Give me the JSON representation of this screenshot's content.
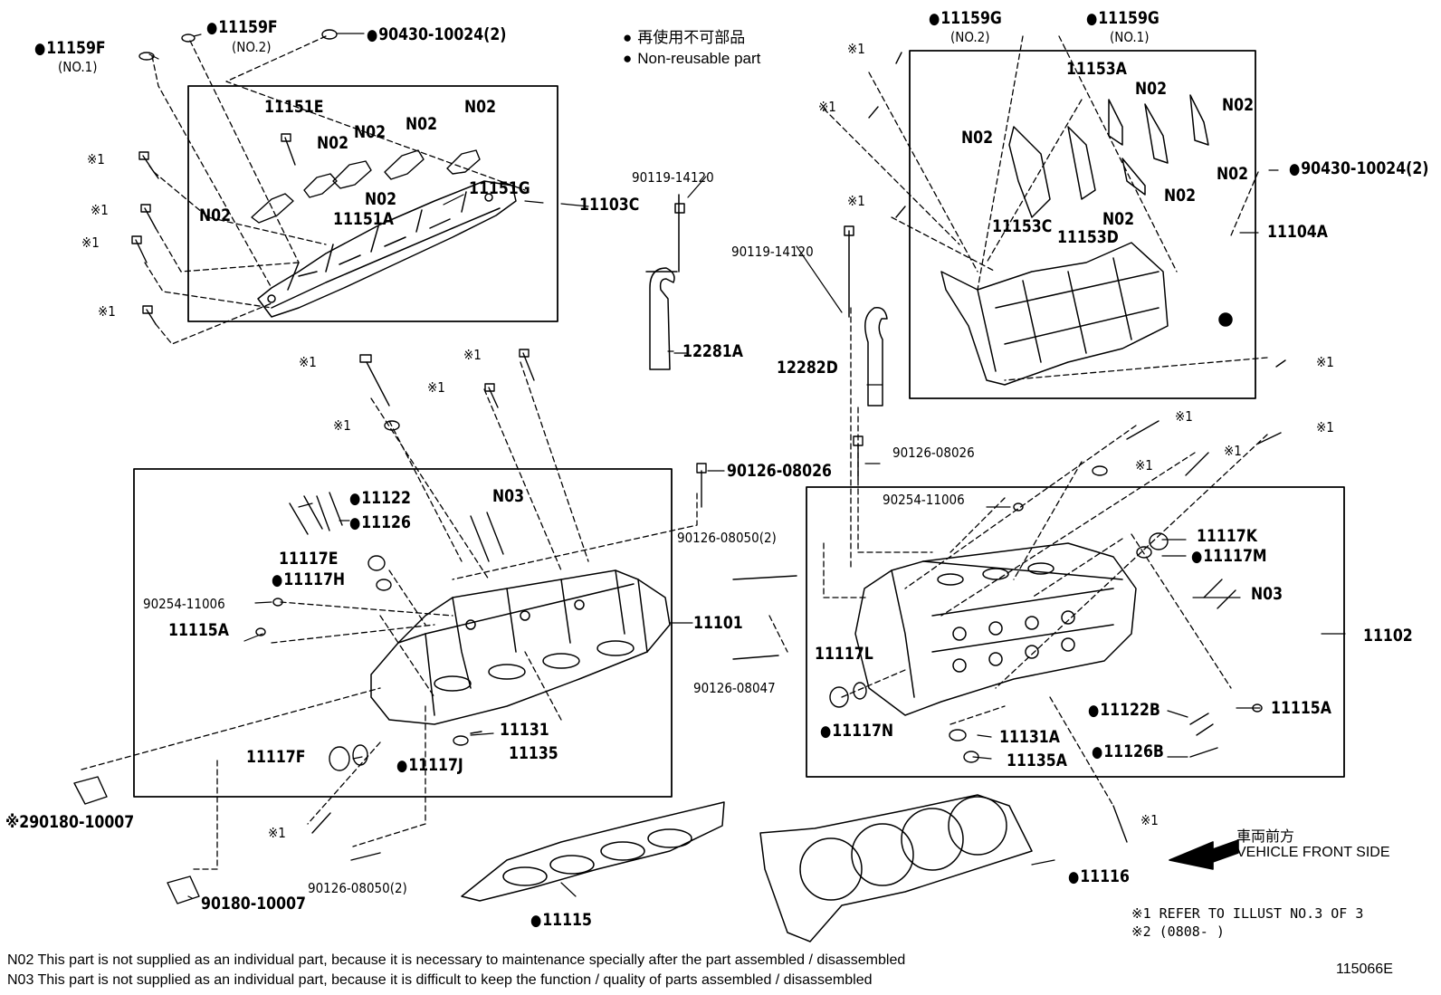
{
  "legend": {
    "non_reusable_jp": "再使用不可部品",
    "non_reusable_en": "Non-reusable part"
  },
  "labels": {
    "p11159F_no1": "11159F",
    "p11159F_no1_sub": "(NO.1)",
    "p11159F_no2": "11159F",
    "p11159F_no2_sub": "(NO.2)",
    "p90430_left": "90430-10024(2)",
    "p11151E": "11151E",
    "n02_a": "N02",
    "n02_b": "N02",
    "n02_c": "N02",
    "n02_d": "N02",
    "n02_e": "N02",
    "n02_f": "N02",
    "p11151G": "11151G",
    "p11151A": "11151A",
    "p11103C": "11103C",
    "ref1_a": "※1",
    "ref1_b": "※1",
    "ref1_c": "※1",
    "ref1_d": "※1",
    "p90119_left": "90119-14120",
    "p12281A": "12281A",
    "ref1_e": "※1",
    "ref1_f": "※1",
    "ref1_g": "※1",
    "ref1_h": "※1",
    "p90126_08026_l": "90126-08026",
    "p11122": "11122",
    "p11126": "11126",
    "n03_left": "N03",
    "p11117E": "11117E",
    "p11117H": "11117H",
    "p90254_left": "90254-11006",
    "p11115A_left": "11115A",
    "p11101": "11101",
    "p90126_08050_top": "90126-08050(2)",
    "p90126_08047": "90126-08047",
    "p11131": "11131",
    "p11135": "11135",
    "p11117F": "11117F",
    "p11117J": "11117J",
    "p290180": "※290180-10007",
    "ref1_i": "※1",
    "p90126_08050_bot": "90126-08050(2)",
    "p90180_10007": "90180-10007",
    "p11115": "11115",
    "p11159G_no2": "11159G",
    "p11159G_no2_sub": "(NO.2)",
    "p11159G_no1": "11159G",
    "p11159G_no1_sub": "(NO.1)",
    "ref1_j": "※1",
    "ref1_k": "※1",
    "ref1_l": "※1",
    "p11153A": "11153A",
    "n02_g": "N02",
    "n02_h": "N02",
    "n02_i": "N02",
    "n02_j": "N02",
    "n02_k": "N02",
    "n02_l": "N02",
    "p11153C": "11153C",
    "p11153D": "11153D",
    "p90430_right": "90430-10024(2)",
    "p11104A": "11104A",
    "ref1_m": "※1",
    "p90119_right": "90119-14120",
    "p12282D": "12282D",
    "p90126_08026_r": "90126-08026",
    "ref1_n": "※1",
    "ref1_o": "※1",
    "ref1_p": "※1",
    "ref1_q": "※1",
    "p90254_right": "90254-11006",
    "p11117K": "11117K",
    "p11117M": "11117M",
    "n03_right": "N03",
    "p11102": "11102",
    "p11117L": "11117L",
    "p11117N": "11117N",
    "p11122B": "11122B",
    "p11115A_right": "11115A",
    "p11131A": "11131A",
    "p11126B": "11126B",
    "p11135A": "11135A",
    "ref1_r": "※1",
    "p11116": "11116"
  },
  "front": {
    "jp": "車両前方",
    "en": "VEHICLE FRONT SIDE"
  },
  "refs": {
    "ref1": "※1 REFER TO ILLUST NO.3 OF 3",
    "ref2": "※2 (0808-    )"
  },
  "notes": {
    "n02": "N02  This part is not supplied as an individual part, because it is necessary to maintenance specially after the part assembled / disassembled",
    "n03": "N03  This part is not supplied as an individual part, because it is difficult to keep the function / quality of parts  assembled / disassembled"
  },
  "illustration_id": "115066E"
}
